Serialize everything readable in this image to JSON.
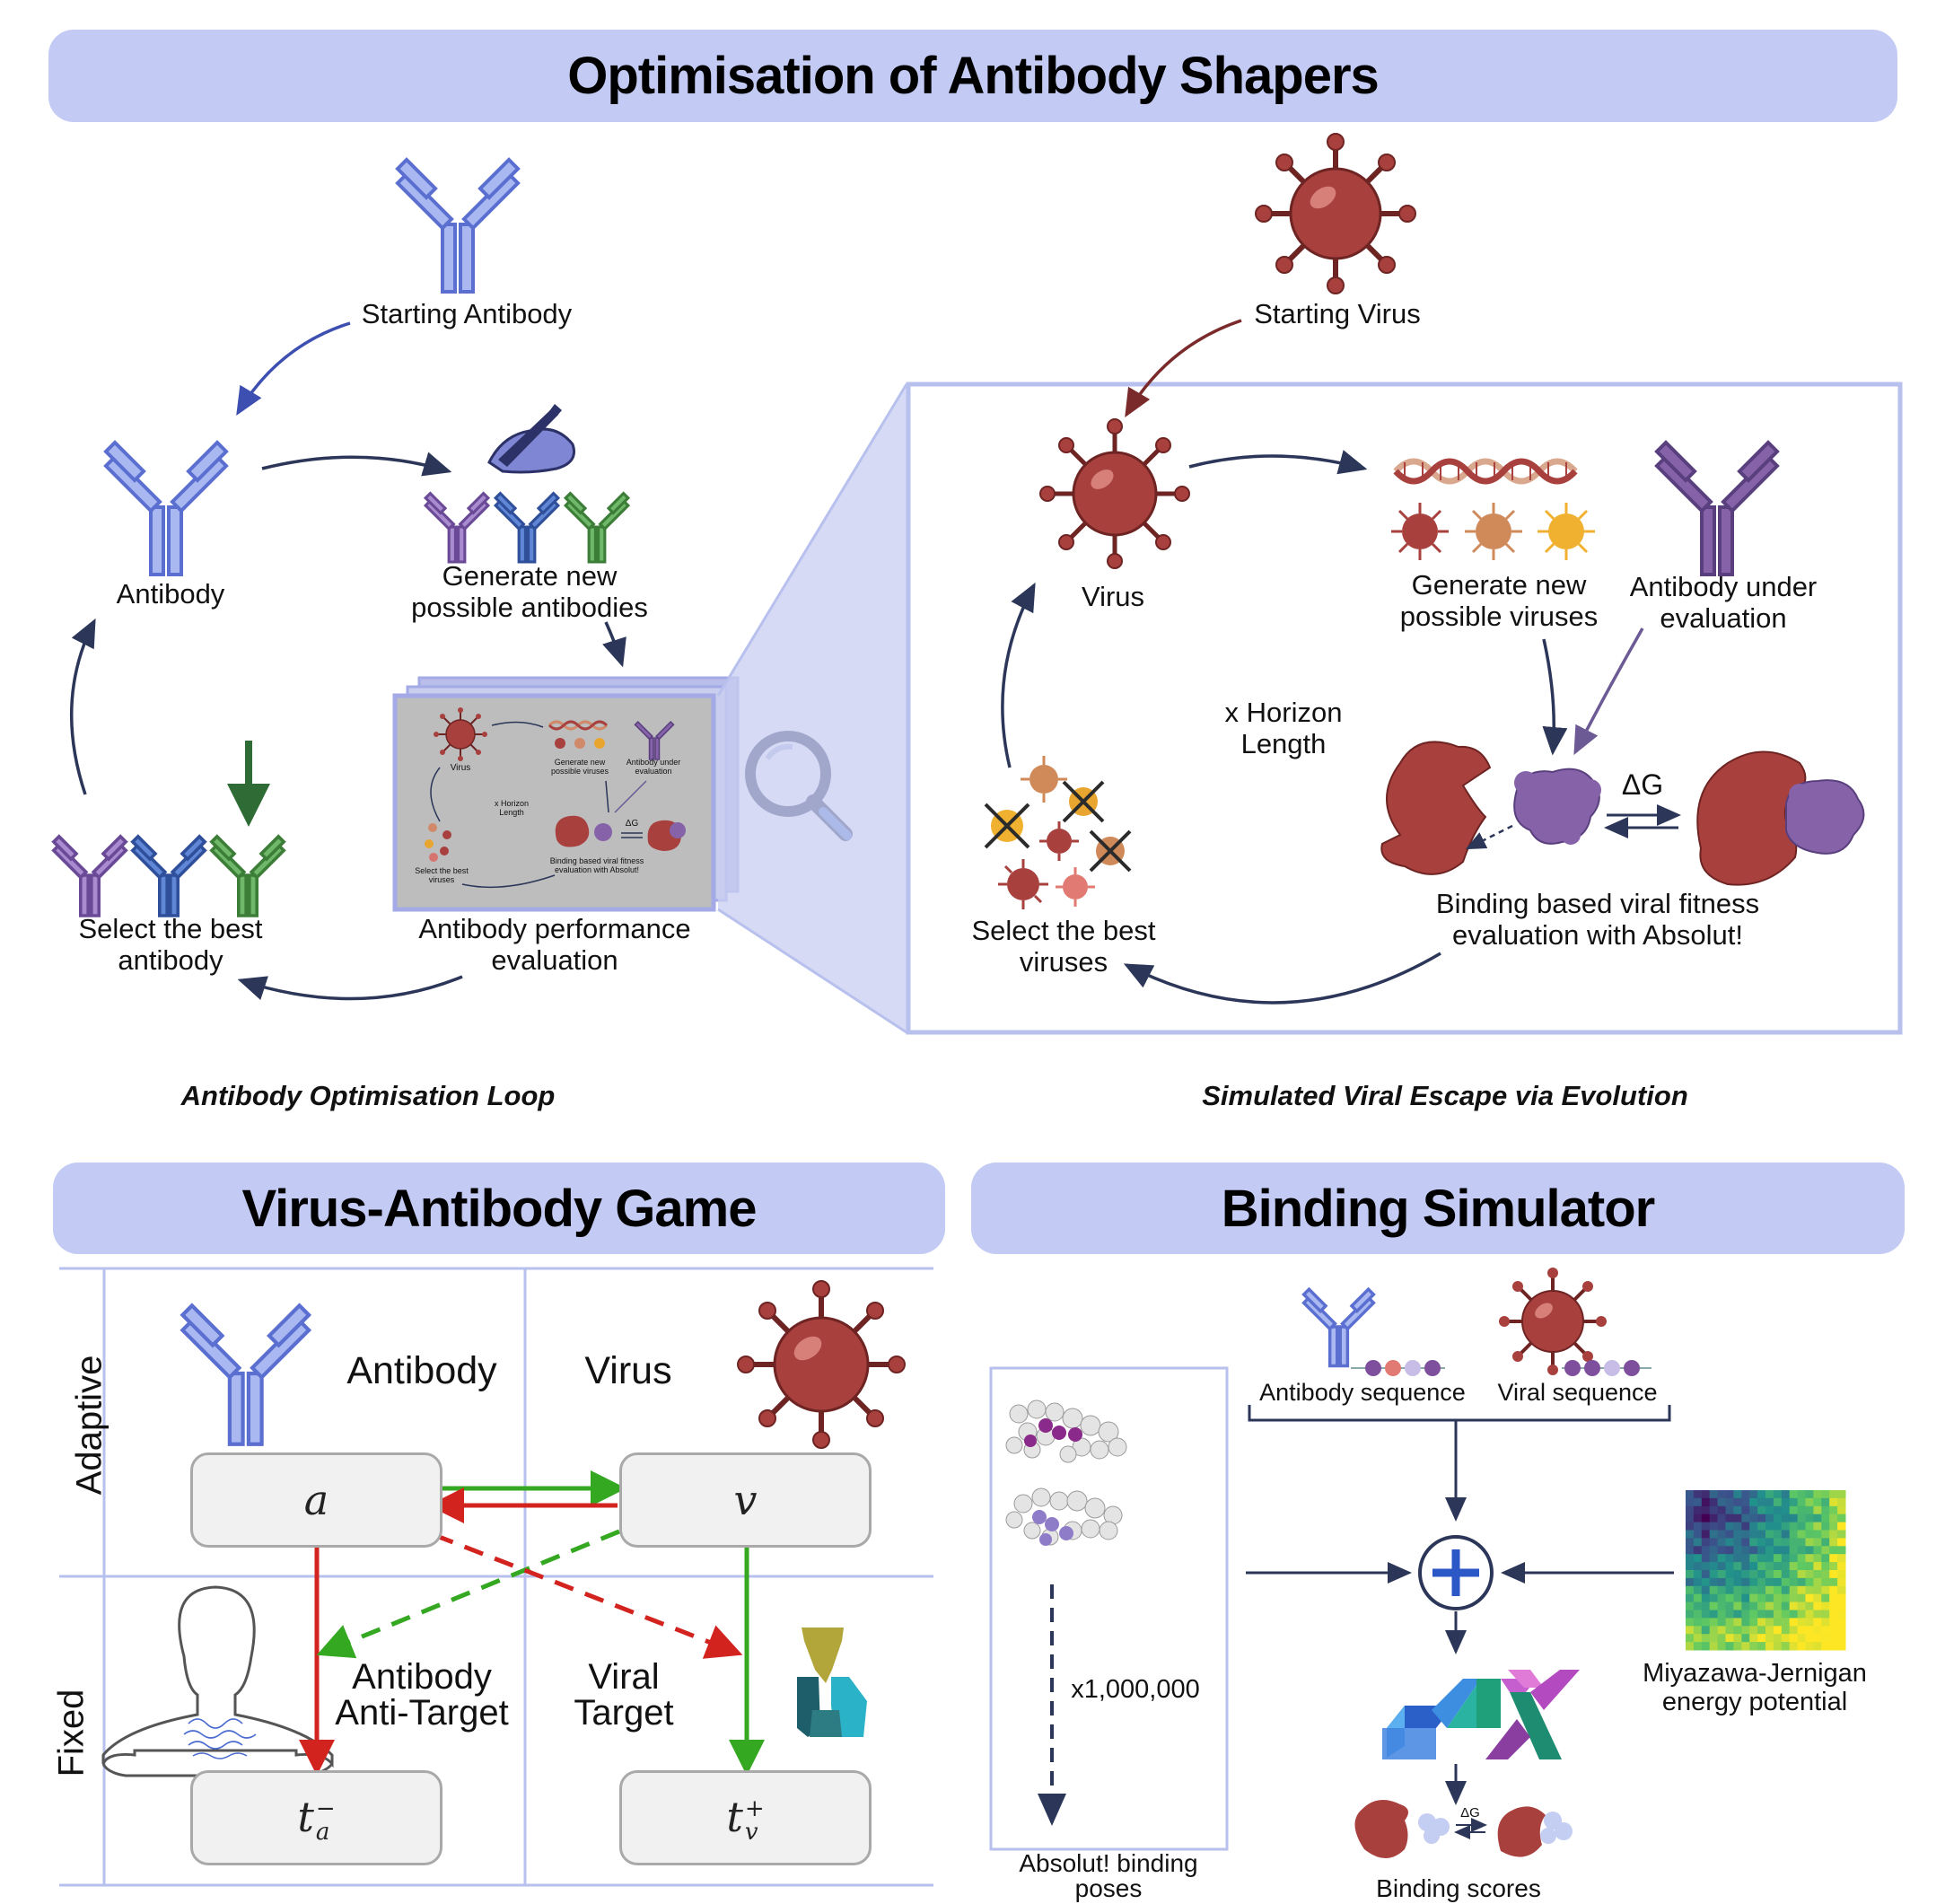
{
  "titles": {
    "main": "Optimisation of Antibody Shapers",
    "game": "Virus-Antibody Game",
    "simulator": "Binding Simulator"
  },
  "loop": {
    "starting_antibody": "Starting Antibody",
    "antibody": "Antibody",
    "generate_antibodies": "Generate new\npossible antibodies",
    "select_best_antibody": "Select the best\nantibody",
    "performance_evaluation": "Antibody performance\nevaluation",
    "caption": "Antibody Optimisation Loop"
  },
  "mini": {
    "virus": "Virus",
    "generate": "Generate new\npossible viruses",
    "antibody_under": "Antibody under\nevaluation",
    "horizon": "x Horizon\nLength",
    "delta_g": "ΔG",
    "select": "Select the best\nviruses",
    "binding": "Binding based viral fitness\nevaluation with Absolut!"
  },
  "escape": {
    "starting_virus": "Starting Virus",
    "virus": "Virus",
    "generate_viruses": "Generate new\npossible viruses",
    "antibody_under_evaluation": "Antibody under\nevaluation",
    "horizon": "x Horizon\nLength",
    "delta_g": "ΔG",
    "select_best_viruses": "Select the best\nviruses",
    "binding_evaluation": "Binding based viral fitness\nevaluation with Absolut!",
    "caption": "Simulated Viral Escape via Evolution"
  },
  "game": {
    "row_adaptive": "Adaptive",
    "row_fixed": "Fixed",
    "antibody": "Antibody",
    "virus": "Virus",
    "node_a": "a",
    "node_v": "v",
    "node_ta": "t",
    "node_ta_sup": "−",
    "node_ta_sub": "a",
    "node_tv": "t",
    "node_tv_sup": "+",
    "node_tv_sub": "v",
    "anti_target": "Antibody\nAnti-Target",
    "viral_target": "Viral\nTarget"
  },
  "simulator": {
    "antibody_sequence": "Antibody sequence",
    "viral_sequence": "Viral sequence",
    "poses_count": "x1,000,000",
    "binding_poses": "Absolut! binding\nposes",
    "energy_potential": "Miyazawa-Jernigan\nenergy potential",
    "delta_g": "ΔG",
    "binding_scores": "Binding scores"
  },
  "colors": {
    "banner": "#c3cbf4",
    "antibody_blue": "#aab8f2",
    "antibody_purple": "#8663a8",
    "antibody_green": "#4e9a4e",
    "virus_red": "#a8403e",
    "arrow_navy": "#2b3658",
    "arrow_red": "#d2231f",
    "arrow_green": "#34a821"
  }
}
